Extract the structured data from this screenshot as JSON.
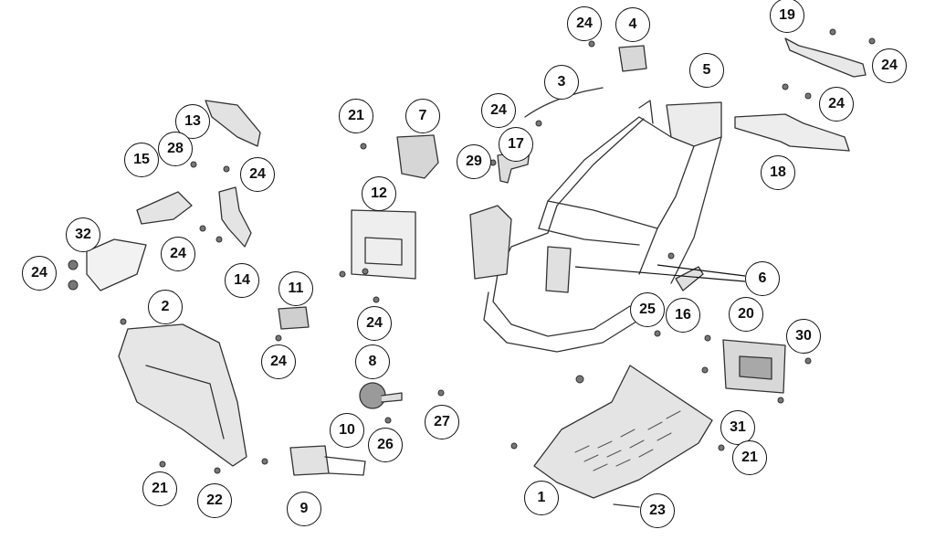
{
  "diagram": {
    "colors": {
      "line": "#111111",
      "part_stroke": "#333333",
      "part_fill": "#e6e6e6",
      "part_dark": "#9a9a9a"
    },
    "callouts": [
      {
        "id": "c24a",
        "label": "24"
      },
      {
        "id": "c4",
        "label": "4"
      },
      {
        "id": "c19",
        "label": "19"
      },
      {
        "id": "c24b",
        "label": "24"
      },
      {
        "id": "c3",
        "label": "3"
      },
      {
        "id": "c5",
        "label": "5"
      },
      {
        "id": "c13",
        "label": "13"
      },
      {
        "id": "c21a",
        "label": "21"
      },
      {
        "id": "c7",
        "label": "7"
      },
      {
        "id": "c24c",
        "label": "24"
      },
      {
        "id": "c24d",
        "label": "24"
      },
      {
        "id": "c28",
        "label": "28"
      },
      {
        "id": "c17",
        "label": "17"
      },
      {
        "id": "c15",
        "label": "15"
      },
      {
        "id": "c29",
        "label": "29"
      },
      {
        "id": "c24e",
        "label": "24"
      },
      {
        "id": "c18",
        "label": "18"
      },
      {
        "id": "c12",
        "label": "12"
      },
      {
        "id": "c32",
        "label": "32"
      },
      {
        "id": "c24f",
        "label": "24"
      },
      {
        "id": "c24g",
        "label": "24"
      },
      {
        "id": "c14",
        "label": "14"
      },
      {
        "id": "c6",
        "label": "6"
      },
      {
        "id": "c11",
        "label": "11"
      },
      {
        "id": "c2",
        "label": "2"
      },
      {
        "id": "c25",
        "label": "25"
      },
      {
        "id": "c16",
        "label": "16"
      },
      {
        "id": "c20",
        "label": "20"
      },
      {
        "id": "c24h",
        "label": "24"
      },
      {
        "id": "c30",
        "label": "30"
      },
      {
        "id": "c24i",
        "label": "24"
      },
      {
        "id": "c8",
        "label": "8"
      },
      {
        "id": "c27",
        "label": "27"
      },
      {
        "id": "c31",
        "label": "31"
      },
      {
        "id": "c10",
        "label": "10"
      },
      {
        "id": "c26",
        "label": "26"
      },
      {
        "id": "c21b",
        "label": "21"
      },
      {
        "id": "c21c",
        "label": "21"
      },
      {
        "id": "c22",
        "label": "22"
      },
      {
        "id": "c1",
        "label": "1"
      },
      {
        "id": "c9",
        "label": "9"
      },
      {
        "id": "c23",
        "label": "23"
      }
    ]
  }
}
